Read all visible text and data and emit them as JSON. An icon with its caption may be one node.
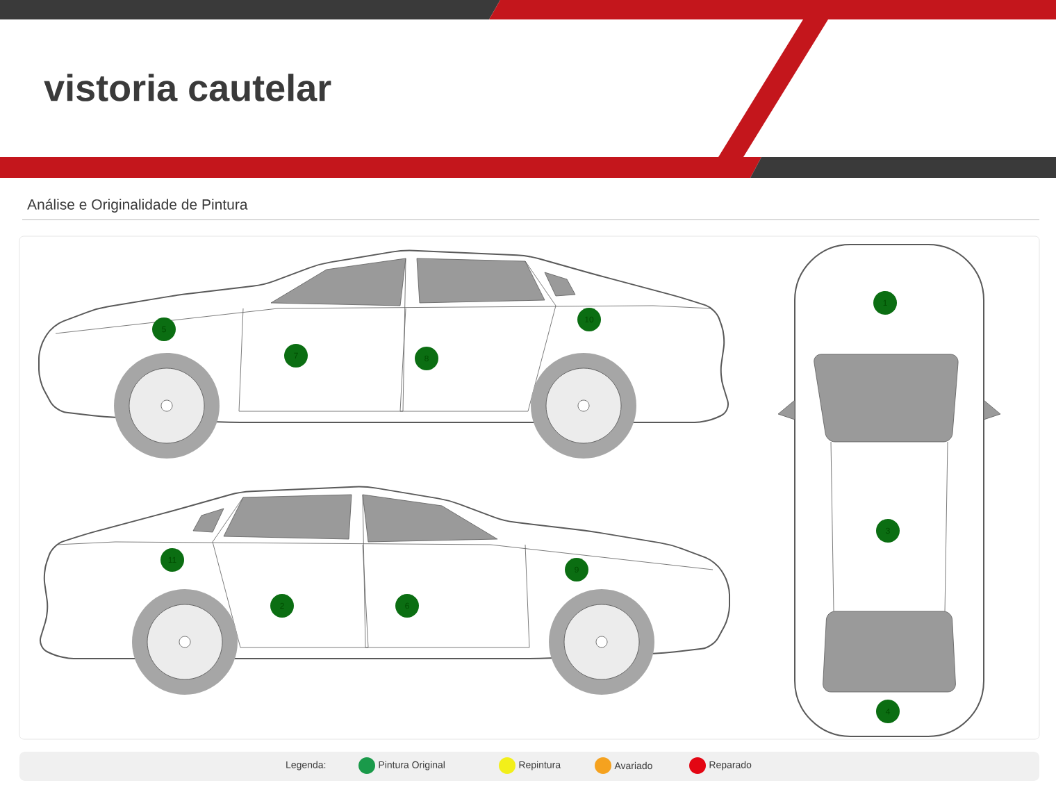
{
  "diagram": {
    "title": "vistoria cautelar",
    "labels": [
      "Análise e Originalidade de Pintura",
      "5",
      "7",
      "8",
      "10",
      "1",
      "3",
      "4",
      "11",
      "2",
      "6",
      "9",
      "Legenda:"
    ],
    "legend": [
      {
        "text": "Pintura Original",
        "color": "#1a9a4a"
      },
      {
        "text": "Repintura",
        "color": "#f2ef1a"
      },
      {
        "text": "Avariado",
        "color": "#f5a21f"
      },
      {
        "text": "Reparado",
        "color": "#e30613"
      }
    ]
  }
}
